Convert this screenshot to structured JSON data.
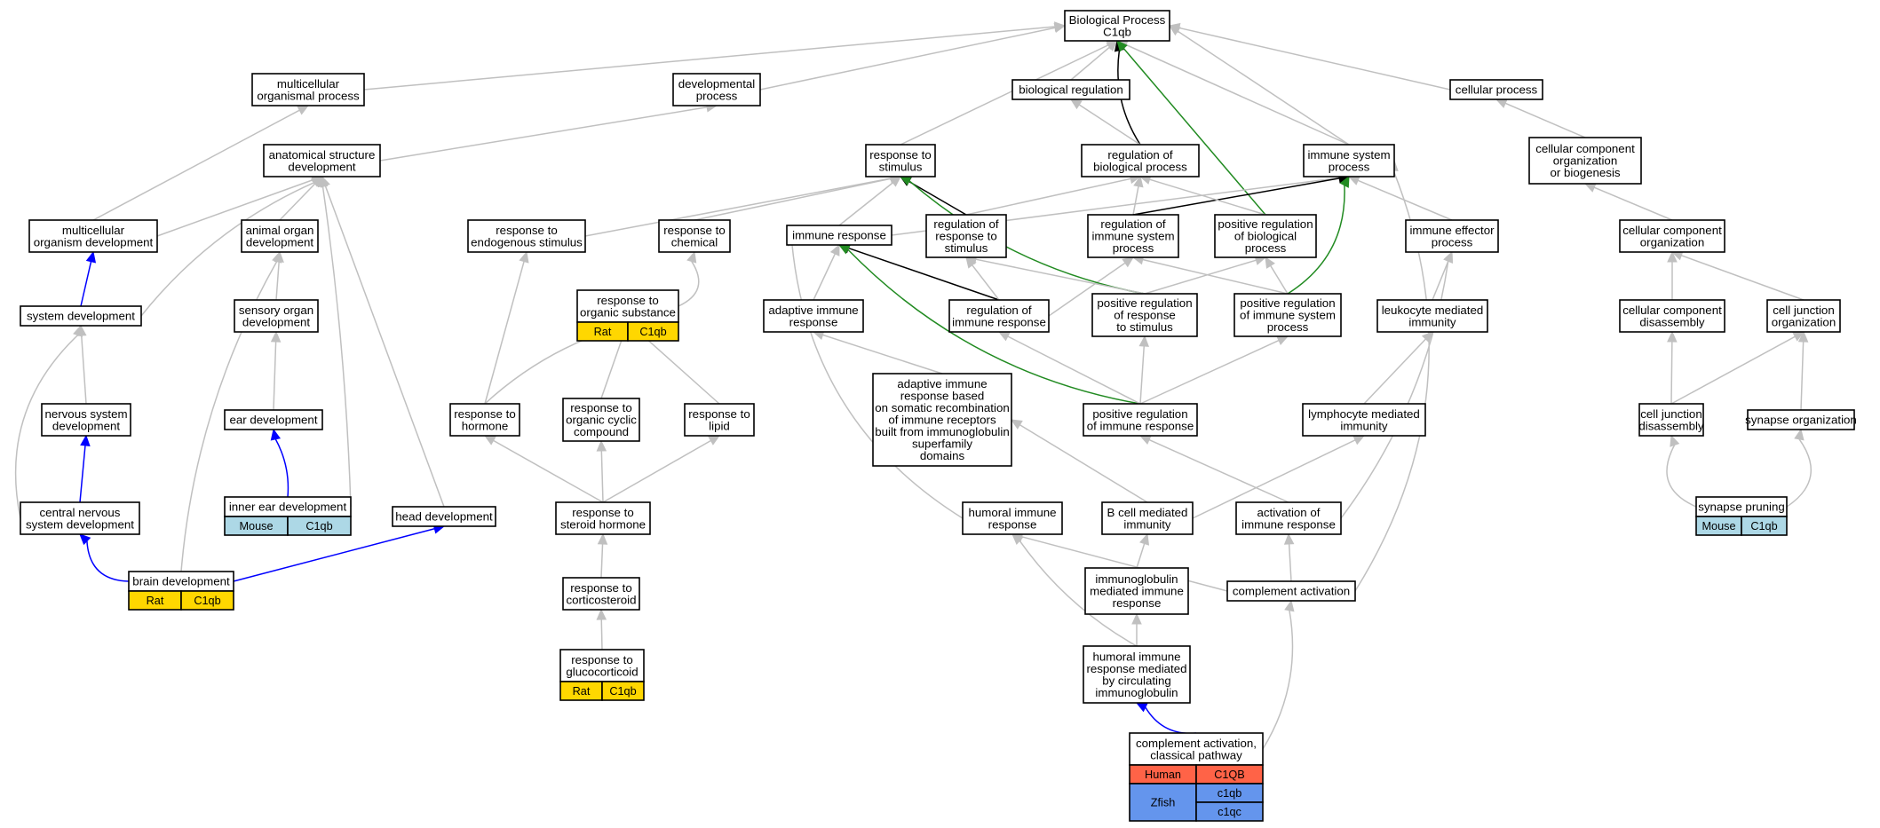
{
  "colors": {
    "gray": "#c0c0c0",
    "black": "#000000",
    "blue": "#0000ff",
    "green": "#228b22",
    "rat": "#ffd700",
    "mouse": "#add8e6",
    "human": "#ff6347",
    "zfish": "#6495ed"
  },
  "nodes": [
    {
      "id": "bp",
      "lines": [
        "Biological Process",
        "C1qb"
      ]
    },
    {
      "id": "mop",
      "lines": [
        "multicellular",
        "organismal process"
      ]
    },
    {
      "id": "devp",
      "lines": [
        "developmental",
        "process"
      ]
    },
    {
      "id": "breg",
      "lines": [
        "biological regulation"
      ]
    },
    {
      "id": "cellp",
      "lines": [
        "cellular process"
      ]
    },
    {
      "id": "asd",
      "lines": [
        "anatomical structure",
        "development"
      ]
    },
    {
      "id": "rts",
      "lines": [
        "response to",
        "stimulus"
      ]
    },
    {
      "id": "rbp",
      "lines": [
        "regulation of",
        "biological process"
      ]
    },
    {
      "id": "isp",
      "lines": [
        "immune system",
        "process"
      ]
    },
    {
      "id": "ccob",
      "lines": [
        "cellular component",
        "organization",
        "or biogenesis"
      ]
    },
    {
      "id": "mod",
      "lines": [
        "multicellular",
        "organism development"
      ]
    },
    {
      "id": "aod",
      "lines": [
        "animal organ",
        "development"
      ]
    },
    {
      "id": "rtes",
      "lines": [
        "response to",
        "endogenous stimulus"
      ]
    },
    {
      "id": "rtc",
      "lines": [
        "response to",
        "chemical"
      ]
    },
    {
      "id": "ir",
      "lines": [
        "immune response"
      ]
    },
    {
      "id": "rors",
      "lines": [
        "regulation of",
        "response to",
        "stimulus"
      ]
    },
    {
      "id": "risp",
      "lines": [
        "regulation of",
        "immune system",
        "process"
      ]
    },
    {
      "id": "prbp",
      "lines": [
        "positive regulation",
        "of biological",
        "process"
      ]
    },
    {
      "id": "iep",
      "lines": [
        "immune effector",
        "process"
      ]
    },
    {
      "id": "cco",
      "lines": [
        "cellular component",
        "organization"
      ]
    },
    {
      "id": "sd",
      "lines": [
        "system development"
      ]
    },
    {
      "id": "sod",
      "lines": [
        "sensory organ",
        "development"
      ]
    },
    {
      "id": "rtos",
      "lines": [
        "response to",
        "organic substance"
      ],
      "tags": [
        {
          "species": "Rat",
          "gene": "C1qb"
        }
      ]
    },
    {
      "id": "air",
      "lines": [
        "adaptive immune",
        "response"
      ]
    },
    {
      "id": "rir",
      "lines": [
        "regulation of",
        "immune response"
      ]
    },
    {
      "id": "prrs",
      "lines": [
        "positive regulation",
        "of response",
        "to stimulus"
      ]
    },
    {
      "id": "prisp",
      "lines": [
        "positive regulation",
        "of immune system",
        "process"
      ]
    },
    {
      "id": "lmi",
      "lines": [
        "leukocyte mediated",
        "immunity"
      ]
    },
    {
      "id": "ccd",
      "lines": [
        "cellular component",
        "disassembly"
      ]
    },
    {
      "id": "cjo",
      "lines": [
        "cell junction",
        "organization"
      ]
    },
    {
      "id": "nsd",
      "lines": [
        "nervous system",
        "development"
      ]
    },
    {
      "id": "ed",
      "lines": [
        "ear development"
      ]
    },
    {
      "id": "rth",
      "lines": [
        "response to",
        "hormone"
      ]
    },
    {
      "id": "rtocc",
      "lines": [
        "response to",
        "organic cyclic",
        "compound"
      ]
    },
    {
      "id": "rtl",
      "lines": [
        "response to",
        "lipid"
      ]
    },
    {
      "id": "airb",
      "lines": [
        "adaptive immune",
        "response based",
        "on somatic recombination",
        "of immune receptors",
        "built from immunoglobulin",
        "superfamily",
        "domains"
      ]
    },
    {
      "id": "prir",
      "lines": [
        "positive regulation",
        "of immune response"
      ]
    },
    {
      "id": "lymi",
      "lines": [
        "lymphocyte mediated",
        "immunity"
      ]
    },
    {
      "id": "cjd",
      "lines": [
        "cell junction",
        "disassembly"
      ]
    },
    {
      "id": "syno",
      "lines": [
        "synapse organization"
      ]
    },
    {
      "id": "cnsd",
      "lines": [
        "central nervous",
        "system development"
      ]
    },
    {
      "id": "ied",
      "lines": [
        "inner ear development"
      ],
      "tags": [
        {
          "species": "Mouse",
          "gene": "C1qb"
        }
      ]
    },
    {
      "id": "hd",
      "lines": [
        "head development"
      ]
    },
    {
      "id": "rtsh",
      "lines": [
        "response to",
        "steroid hormone"
      ]
    },
    {
      "id": "hir",
      "lines": [
        "humoral immune",
        "response"
      ]
    },
    {
      "id": "bcmi",
      "lines": [
        "B cell mediated",
        "immunity"
      ]
    },
    {
      "id": "aoir",
      "lines": [
        "activation of",
        "immune response"
      ]
    },
    {
      "id": "sp",
      "lines": [
        "synapse pruning"
      ],
      "tags": [
        {
          "species": "Mouse",
          "gene": "C1qb"
        }
      ]
    },
    {
      "id": "bd",
      "lines": [
        "brain development"
      ],
      "tags": [
        {
          "species": "Rat",
          "gene": "C1qb"
        }
      ]
    },
    {
      "id": "imir",
      "lines": [
        "immunoglobulin",
        "mediated immune",
        "response"
      ]
    },
    {
      "id": "ca",
      "lines": [
        "complement activation"
      ]
    },
    {
      "id": "rtcs",
      "lines": [
        "response to",
        "corticosteroid"
      ]
    },
    {
      "id": "hirm",
      "lines": [
        "humoral immune",
        "response mediated",
        "by circulating",
        "immunoglobulin"
      ]
    },
    {
      "id": "rtgc",
      "lines": [
        "response to",
        "glucocorticoid"
      ],
      "tags": [
        {
          "species": "Rat",
          "gene": "C1qb"
        }
      ]
    },
    {
      "id": "cacp",
      "lines": [
        "complement activation,",
        "classical pathway"
      ],
      "tags": [
        {
          "species": "Human",
          "gene": "C1QB"
        },
        {
          "species": "Zfish",
          "genes": [
            "c1qb",
            "c1qc"
          ]
        }
      ]
    }
  ]
}
